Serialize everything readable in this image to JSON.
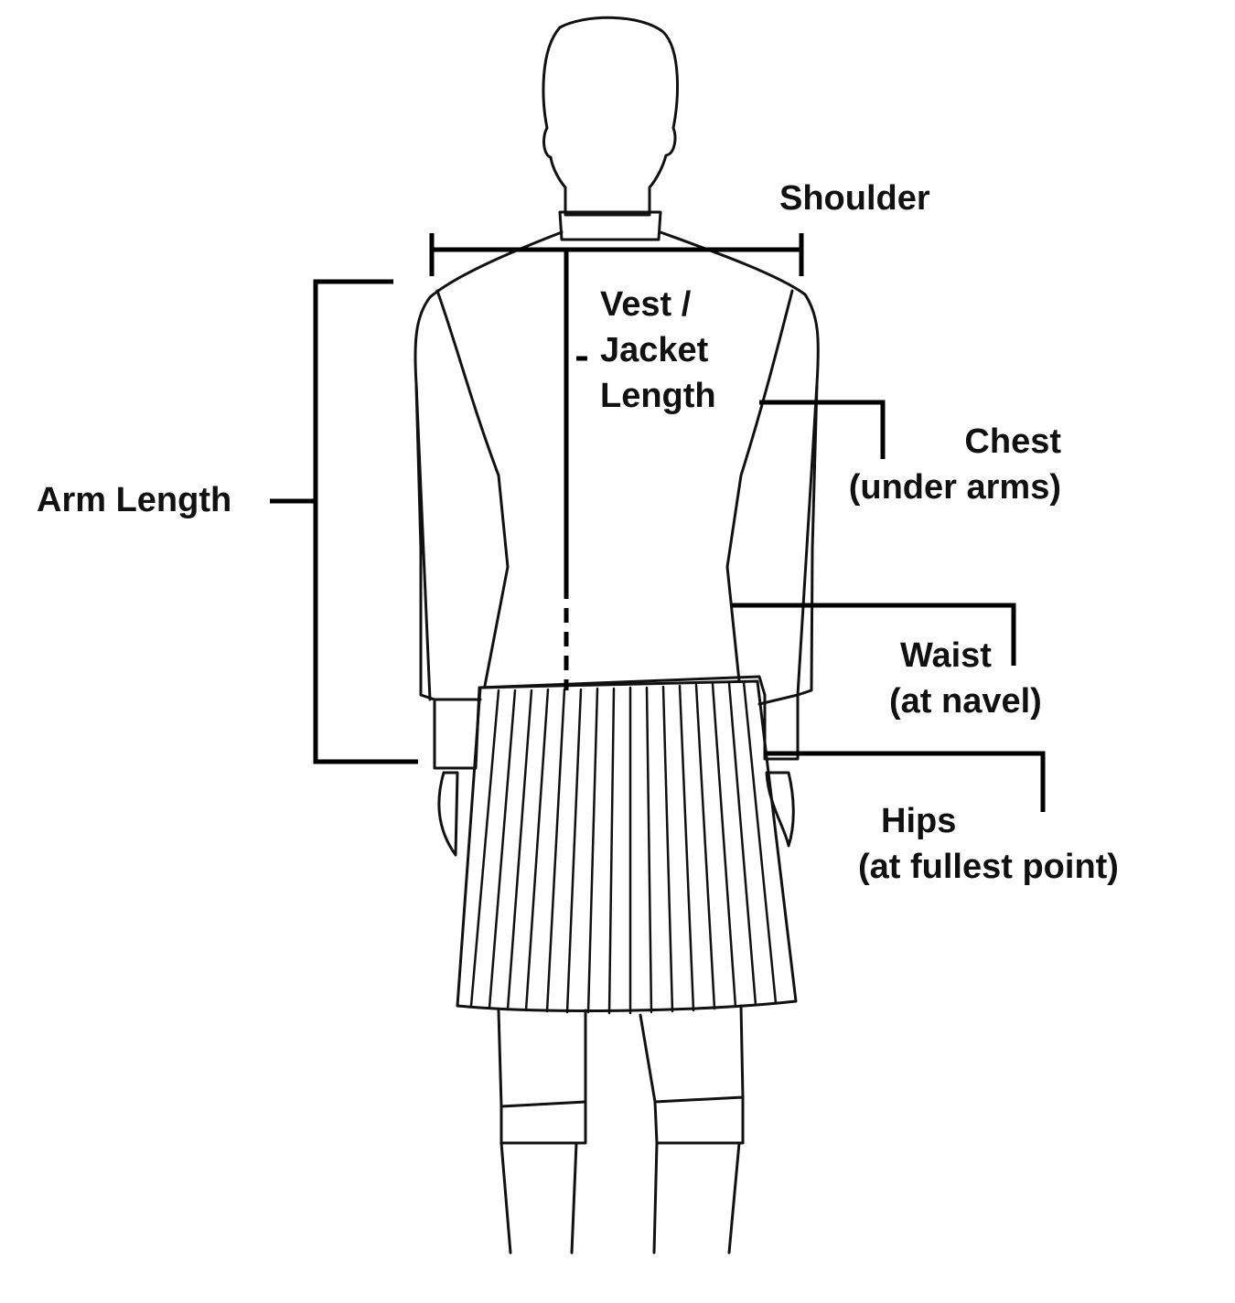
{
  "diagram": {
    "subject": "kilt outfit back view measurement guide",
    "line_color": "#111111",
    "background": "#ffffff",
    "labels": {
      "shoulder": "Shoulder",
      "jacket_length": [
        "Vest /",
        "Jacket",
        "Length"
      ],
      "arm_length": "Arm Length",
      "chest": [
        "Chest",
        "(under arms)"
      ],
      "waist": [
        "Waist",
        "(at navel)"
      ],
      "hips": [
        "Hips",
        "(at fullest point)"
      ]
    }
  }
}
